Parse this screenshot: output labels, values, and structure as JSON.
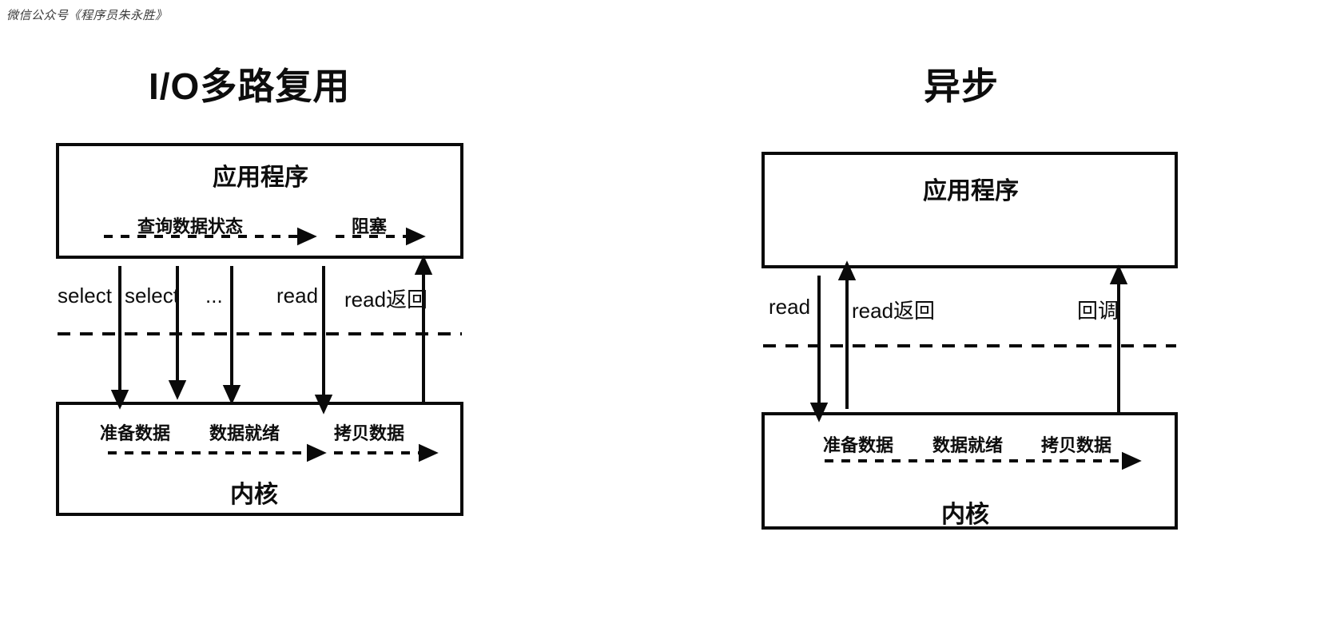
{
  "page": {
    "watermark": "微信公众号《程序员朱永胜》",
    "background_color": "#ffffff",
    "ink_color": "#0a0a0a"
  },
  "diagrams": [
    {
      "id": "io-multiplexing",
      "title": "I/O多路复用",
      "app_box": {
        "label": "应用程序"
      },
      "kernel_box": {
        "label": "内核"
      },
      "app_flow_labels": [
        "查询数据状态",
        "阻塞"
      ],
      "transition_labels": [
        "select",
        "select",
        "...",
        "read",
        "read返回"
      ],
      "kernel_flow_labels": [
        "准备数据",
        "数据就绪",
        "拷贝数据"
      ]
    },
    {
      "id": "asynchronous",
      "title": "异步",
      "app_box": {
        "label": "应用程序"
      },
      "kernel_box": {
        "label": "内核"
      },
      "app_flow_labels": [],
      "transition_labels": [
        "read",
        "read返回",
        "回调"
      ],
      "kernel_flow_labels": [
        "准备数据",
        "数据就绪",
        "拷贝数据"
      ]
    }
  ]
}
